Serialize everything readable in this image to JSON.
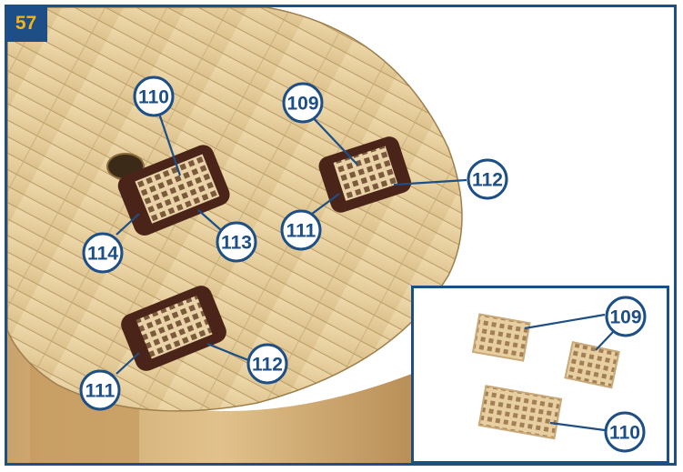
{
  "step_number": "57",
  "callouts": {
    "c110_top": "110",
    "c109_top": "109",
    "c112_right": "112",
    "c111_right": "111",
    "c113": "113",
    "c114": "114",
    "c111_bottom": "111",
    "c112_bottom": "112",
    "inset_109": "109",
    "inset_110": "110"
  },
  "colors": {
    "frame": "#1d4f86",
    "badge_text": "#f3b21b",
    "deck_wood": "#e6cf9f",
    "hatch_frame": "#5a2a1c",
    "grating_wood": "#e8cfa6"
  }
}
